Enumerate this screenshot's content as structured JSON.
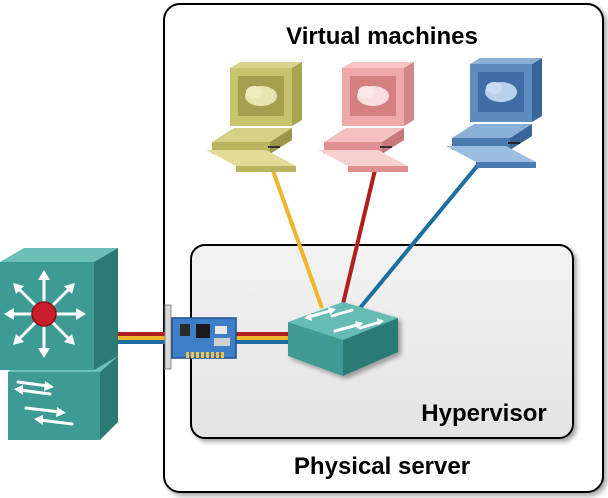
{
  "labels": {
    "virtual_machines": "Virtual machines",
    "hypervisor": "Hypervisor",
    "physical_server": "Physical server"
  },
  "vms": [
    {
      "name": "vm-yellow",
      "color": "#c8c46e",
      "link_color": "#f0b52a"
    },
    {
      "name": "vm-pink",
      "color": "#f0a8a8",
      "link_color": "#b01e1e"
    },
    {
      "name": "vm-blue",
      "color": "#5c8cc0",
      "link_color": "#1e6ea0"
    }
  ],
  "colors": {
    "switch": "#3f9a94",
    "switch_top": "#66bcb4",
    "core_switch": "#3e9a94",
    "core_center": "#c81e2a",
    "server_border": "#000000",
    "hypervisor_fill": "#ececec",
    "nic_board": "#3f7fc8",
    "trunk": [
      "#b01e1e",
      "#f0b52a",
      "#1e6ea0"
    ]
  },
  "icons": [
    "core-switch-icon",
    "nic-card-icon",
    "virtual-switch-icon",
    "computer-icon"
  ]
}
